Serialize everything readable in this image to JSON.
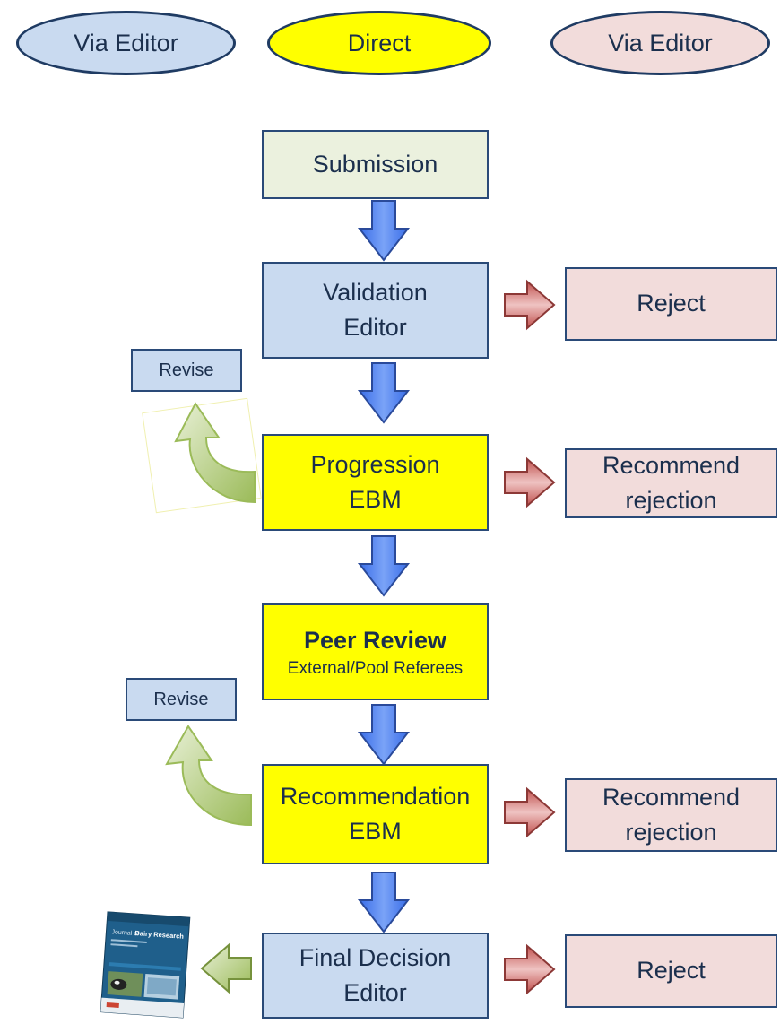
{
  "header_ovals": [
    {
      "label": "Via Editor",
      "fill": "#c9daf0"
    },
    {
      "label": "Direct",
      "fill": "#ffff00"
    },
    {
      "label": "Via Editor",
      "fill": "#f2dcdb"
    }
  ],
  "steps": {
    "submission": {
      "label": "Submission"
    },
    "validation": {
      "line1": "Validation",
      "line2": "Editor"
    },
    "progression": {
      "line1": "Progression",
      "line2": "EBM"
    },
    "peer_review": {
      "line1": "Peer Review",
      "line2": "External/Pool Referees"
    },
    "recommendation": {
      "line1": "Recommendation",
      "line2": "EBM"
    },
    "final_decision": {
      "line1": "Final Decision",
      "line2": "Editor"
    }
  },
  "outcomes": {
    "reject_1": {
      "label": "Reject"
    },
    "recommend_rejection_1": {
      "line1": "Recommend",
      "line2": "rejection"
    },
    "recommend_rejection_2": {
      "line1": "Recommend",
      "line2": "rejection"
    },
    "reject_2": {
      "label": "Reject"
    }
  },
  "revise": [
    {
      "label": "Revise"
    },
    {
      "label": "Revise"
    }
  ],
  "journal_cover": {
    "title_prefix": "Journal of",
    "title_main": "Dairy Research"
  },
  "colors": {
    "down_arrow": "#4f81f0",
    "right_arrow": "#d99694",
    "revise_arrow": "#9bbb59",
    "border": "#2a4a78"
  }
}
